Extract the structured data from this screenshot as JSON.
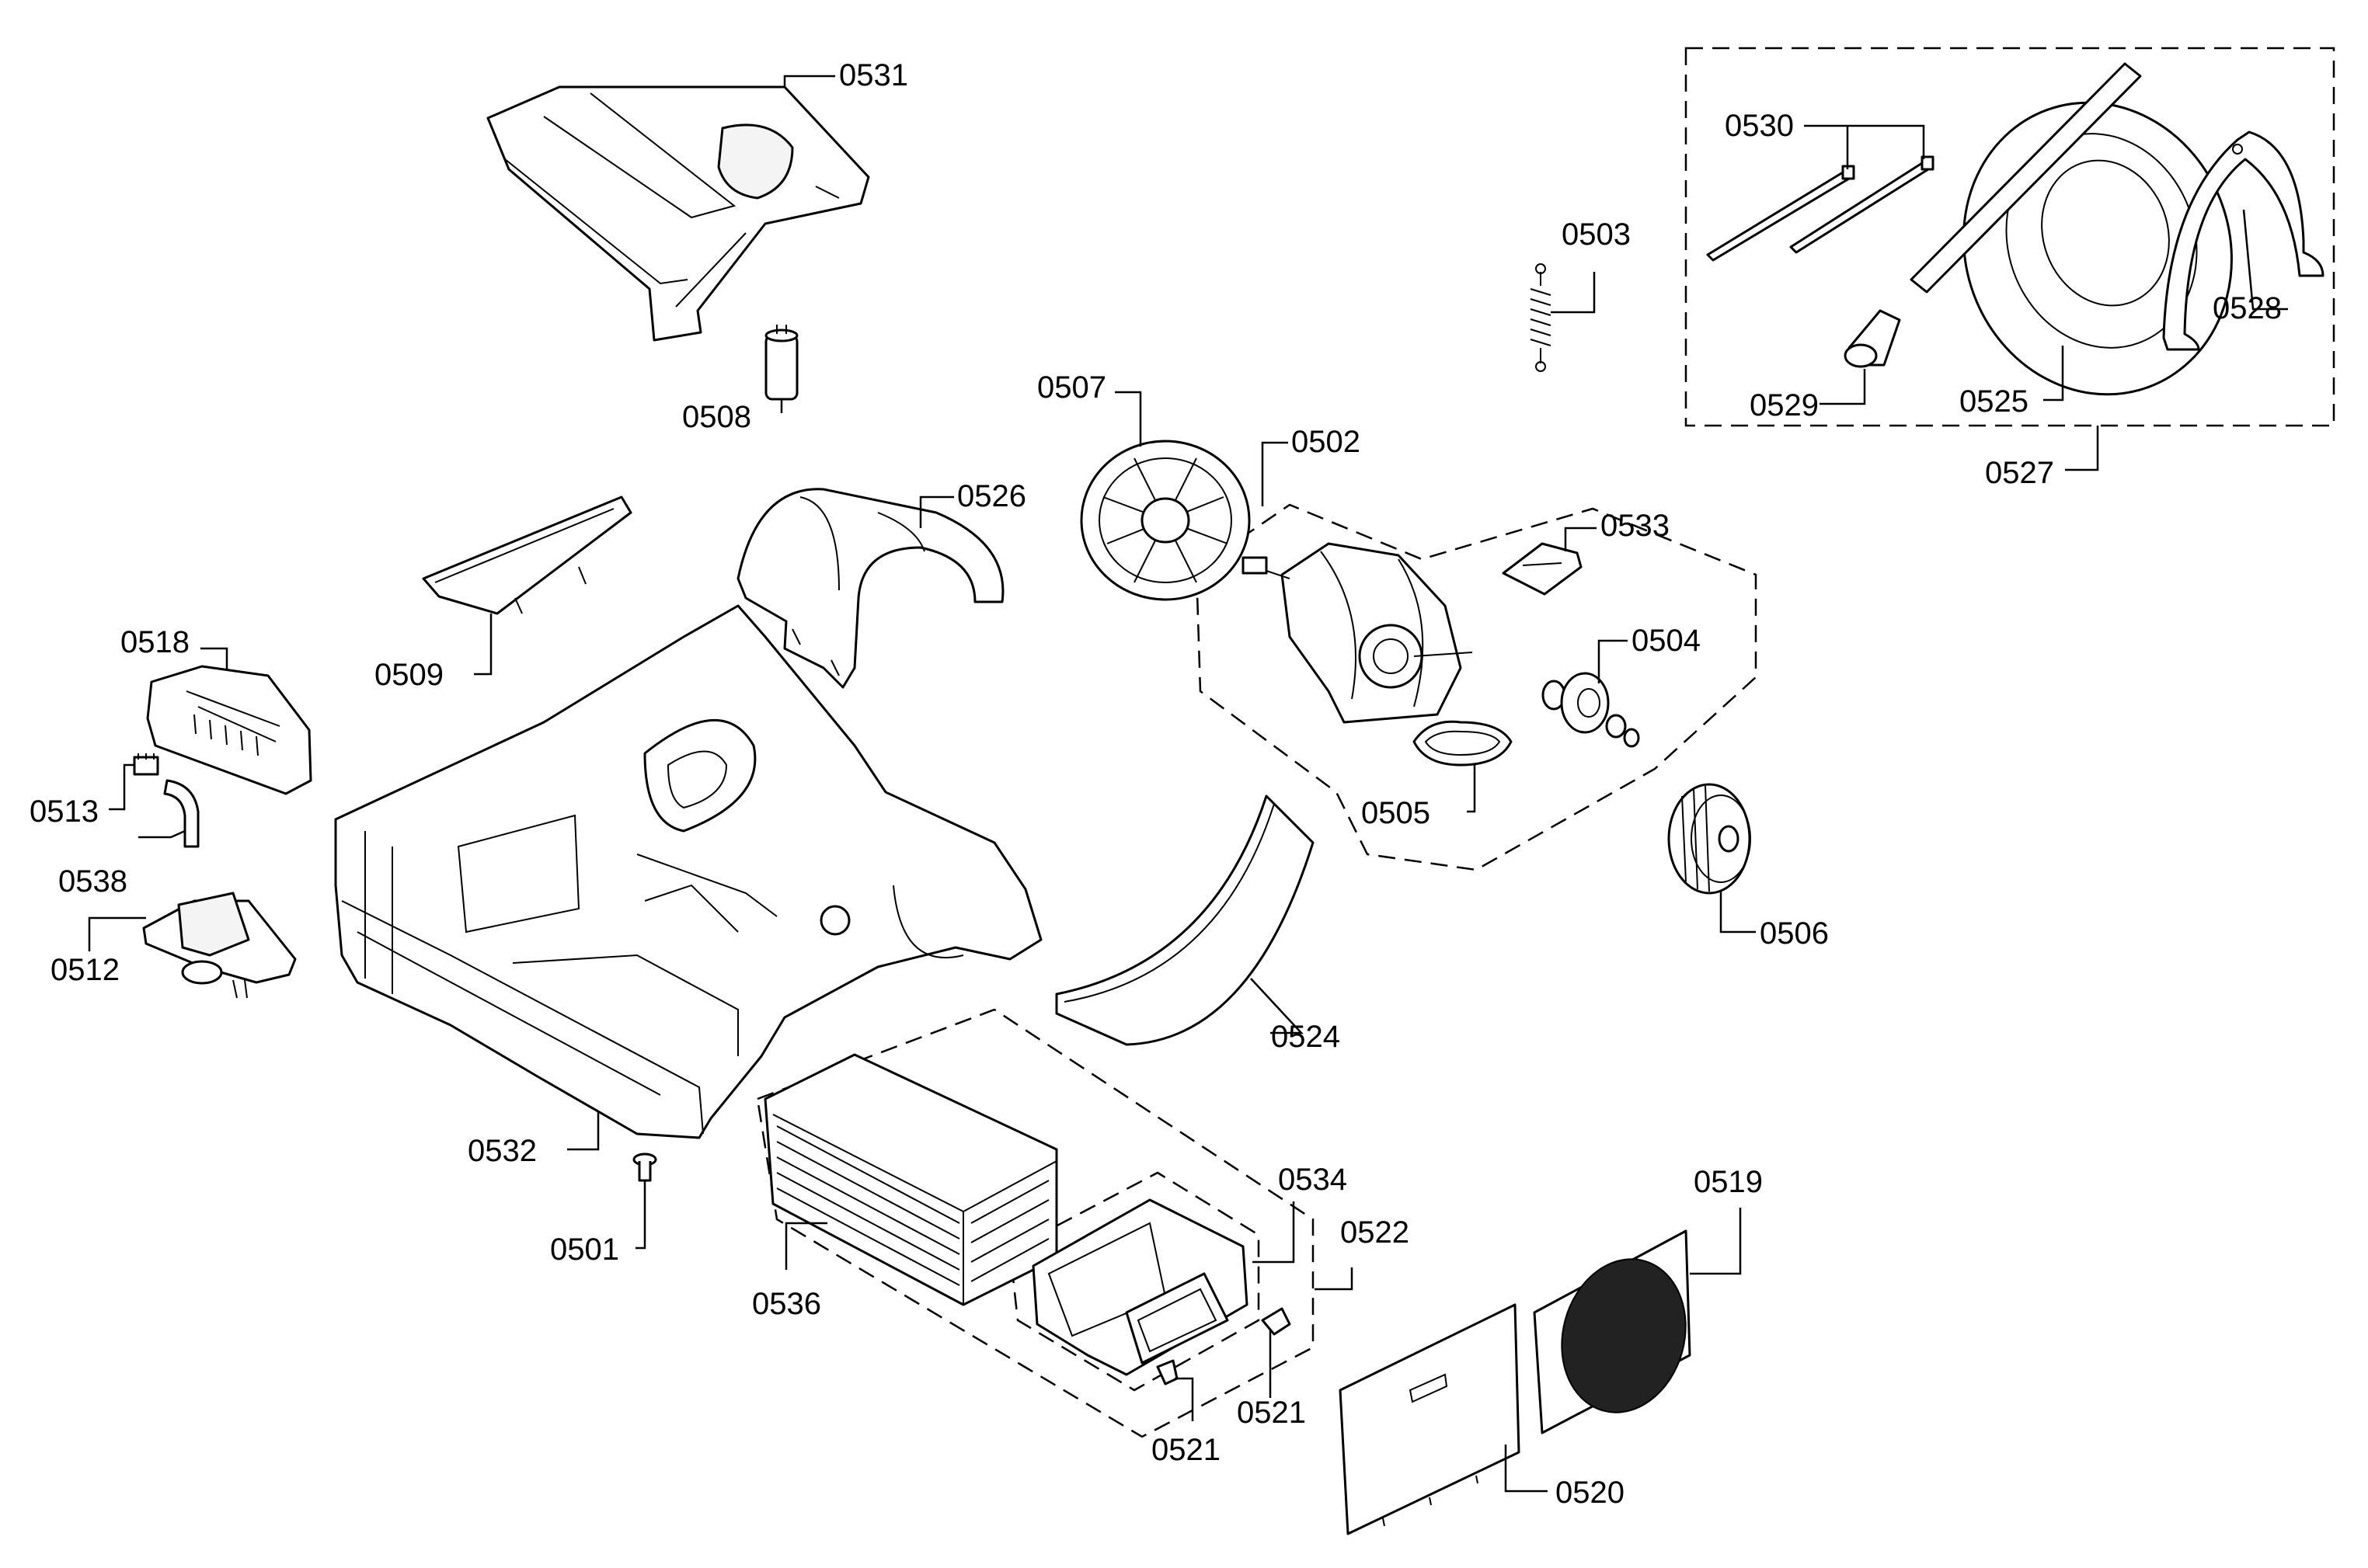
{
  "parts": [
    {
      "id": "p0501",
      "label": "0501"
    },
    {
      "id": "p0502",
      "label": "0502"
    },
    {
      "id": "p0503",
      "label": "0503"
    },
    {
      "id": "p0504",
      "label": "0504"
    },
    {
      "id": "p0505",
      "label": "0505"
    },
    {
      "id": "p0506",
      "label": "0506"
    },
    {
      "id": "p0507",
      "label": "0507"
    },
    {
      "id": "p0508",
      "label": "0508"
    },
    {
      "id": "p0509",
      "label": "0509"
    },
    {
      "id": "p0512",
      "label": "0512"
    },
    {
      "id": "p0513",
      "label": "0513"
    },
    {
      "id": "p0518",
      "label": "0518"
    },
    {
      "id": "p0519",
      "label": "0519"
    },
    {
      "id": "p0520",
      "label": "0520"
    },
    {
      "id": "p0521a",
      "label": "0521"
    },
    {
      "id": "p0521b",
      "label": "0521"
    },
    {
      "id": "p0522",
      "label": "0522"
    },
    {
      "id": "p0524",
      "label": "0524"
    },
    {
      "id": "p0525",
      "label": "0525"
    },
    {
      "id": "p0526",
      "label": "0526"
    },
    {
      "id": "p0527",
      "label": "0527"
    },
    {
      "id": "p0528",
      "label": "0528"
    },
    {
      "id": "p0529",
      "label": "0529"
    },
    {
      "id": "p0530",
      "label": "0530"
    },
    {
      "id": "p0531",
      "label": "0531"
    },
    {
      "id": "p0532",
      "label": "0532"
    },
    {
      "id": "p0533",
      "label": "0533"
    },
    {
      "id": "p0534",
      "label": "0534"
    },
    {
      "id": "p0536",
      "label": "0536"
    },
    {
      "id": "p0538",
      "label": "0538"
    }
  ]
}
